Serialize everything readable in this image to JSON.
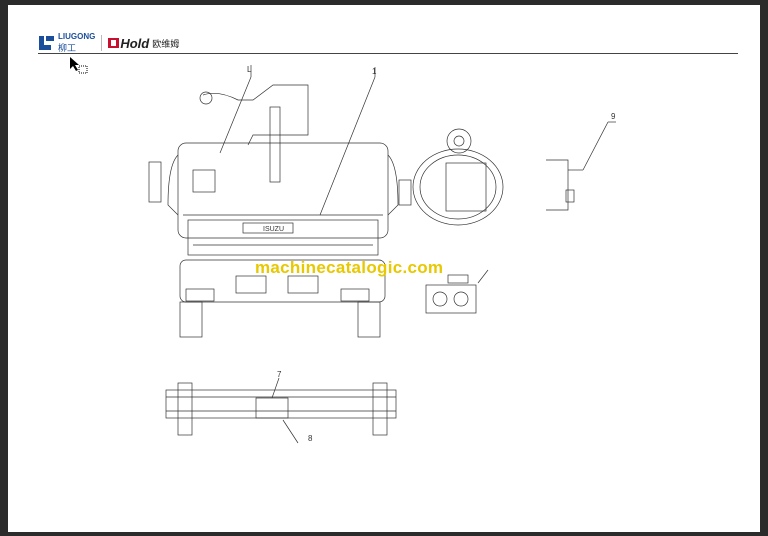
{
  "header": {
    "brand1": "LIUGONG",
    "brand1_cn": "柳工",
    "brand2": "Hold",
    "brand2_cn": "欧维姆"
  },
  "labels": {
    "l1": "L",
    "l2": "1",
    "l9": "9",
    "l7": "7",
    "l8": "8",
    "grille_brand": "ISUZU"
  },
  "watermark": "machinecatalogic.com"
}
